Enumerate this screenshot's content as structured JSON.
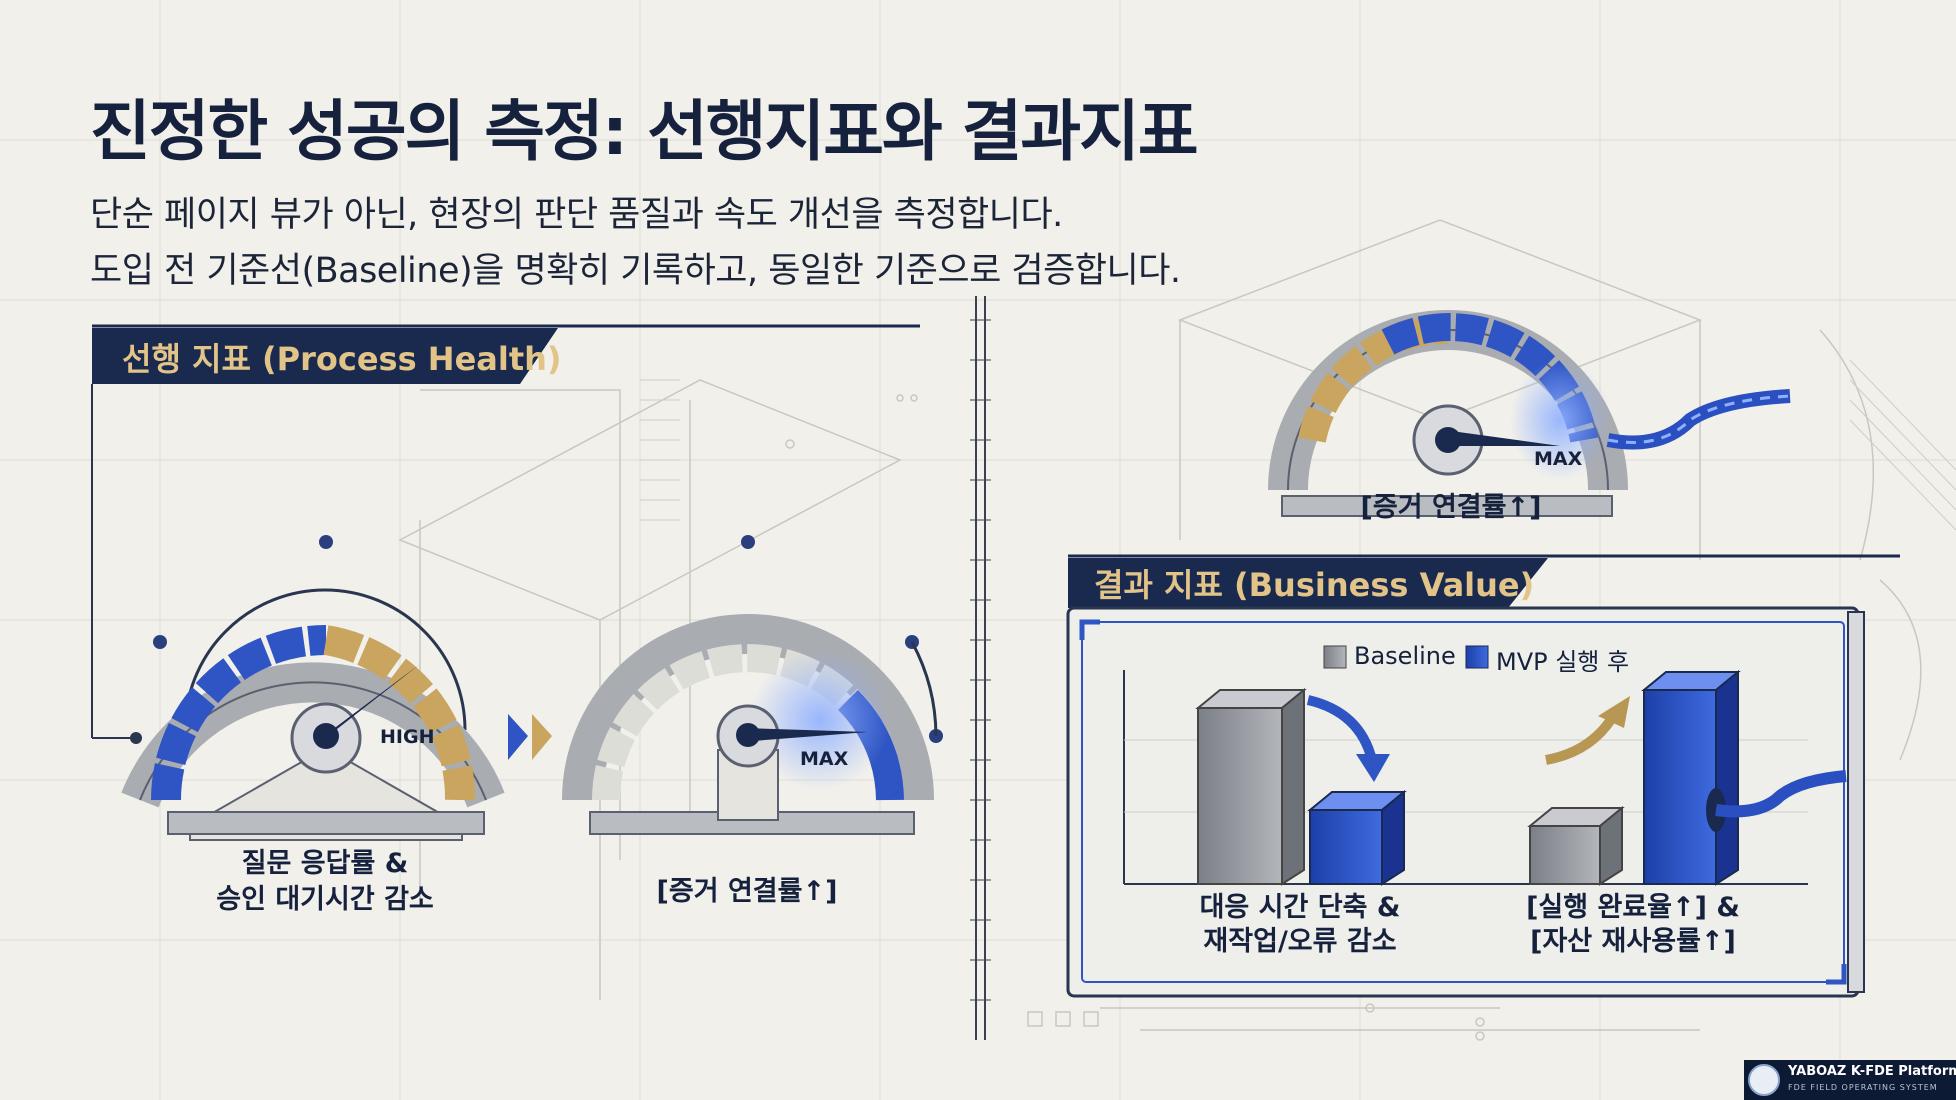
{
  "title": "진정한 성공의 측정: 선행지표와 결과지표",
  "subtitle_line1": "단순 페이지 뷰가 아닌, 현장의 판단 품질과 속도 개선을 측정합니다.",
  "subtitle_line2": "도입 전 기준선(Baseline)을 명확히 기록하고, 동일한 기준으로 검증합니다.",
  "leading": {
    "banner": "선행 지표 (Process Health)",
    "gauge1": {
      "word": "HIGH",
      "label_line1": "질문 응답률 &",
      "label_line2": "승인 대기시간 감소"
    },
    "gauge2": {
      "word": "MAX",
      "label": "[증거 연결률↑]"
    }
  },
  "outcome": {
    "top_gauge": {
      "word": "MAX",
      "label": "[증거 연결률↑]"
    },
    "banner": "결과 지표 (Business Value)",
    "legend": {
      "baseline": "Baseline",
      "mvp": "MVP 실행 후"
    },
    "group1": {
      "label_line1": "대응 시간 단축 &",
      "label_line2": "재작업/오류 감소"
    },
    "group2": {
      "label_line1": "[실행 완료율↑] &",
      "label_line2": "[자산 재사용률↑]"
    }
  },
  "footer": {
    "title": "YABOAZ K-FDE Platform",
    "subtitle": "FDE FIELD OPERATING SYSTEM"
  },
  "colors": {
    "navy": "#16223d",
    "blue": "#2f55c4",
    "gold": "#c9a55f",
    "gray": "#8e9298",
    "bg": "#f1f0eb"
  }
}
